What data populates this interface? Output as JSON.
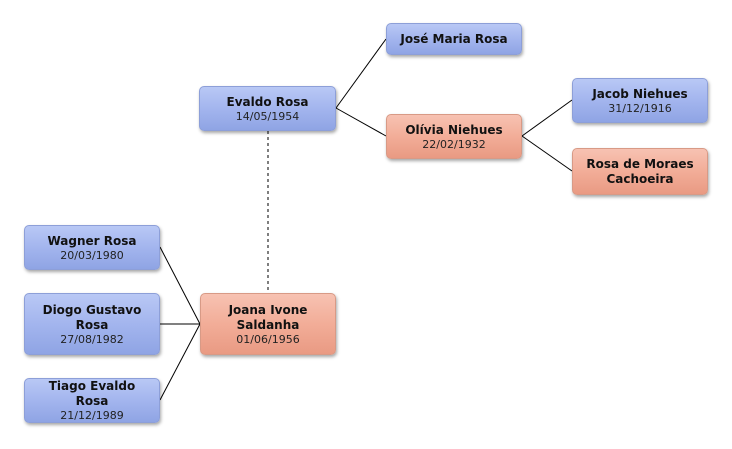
{
  "people": {
    "evaldo": {
      "name": "Evaldo Rosa",
      "date": "14/05/1954",
      "gender": "male"
    },
    "jose": {
      "name": "José Maria Rosa",
      "date": "",
      "gender": "male"
    },
    "olivia": {
      "name": "Olívia Niehues",
      "date": "22/02/1932",
      "gender": "female"
    },
    "jacob": {
      "name": "Jacob Niehues",
      "date": "31/12/1916",
      "gender": "male"
    },
    "rosa": {
      "name": "Rosa de Moraes Cachoeira",
      "date": "",
      "gender": "female"
    },
    "joana": {
      "name": "Joana Ivone Saldanha",
      "date": "01/06/1956",
      "gender": "female"
    },
    "wagner": {
      "name": "Wagner Rosa",
      "date": "20/03/1980",
      "gender": "male"
    },
    "diogo": {
      "name": "Diogo Gustavo Rosa",
      "date": "27/08/1982",
      "gender": "male"
    },
    "tiago": {
      "name": "Tiago Evaldo Rosa",
      "date": "21/12/1989",
      "gender": "male"
    }
  },
  "colors": {
    "male": "#a3b5ee",
    "female": "#f2ad98",
    "connector": "#000000",
    "spouse_link": "#555555"
  }
}
